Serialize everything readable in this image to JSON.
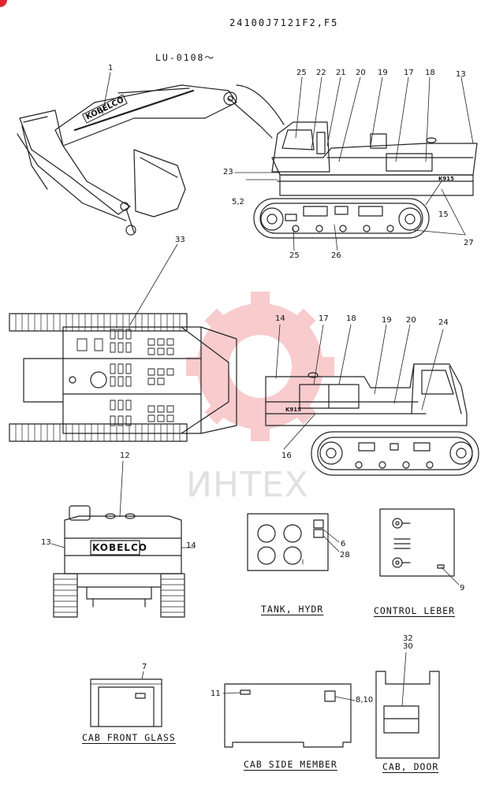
{
  "header": {
    "part_number": "24100J7121F2,F5",
    "serial_range": "LU-0108〜"
  },
  "brand": {
    "boom_label": "KOBELCO",
    "rear_label": "KOBELCO",
    "side_plate": "K915"
  },
  "watermark": {
    "text": "ИНТЕХ",
    "color": "#e03a3a"
  },
  "callouts": {
    "c1": "1",
    "c25a": "25",
    "c22": "22",
    "c21a": "21",
    "c20a": "20",
    "c19a": "19",
    "c17a": "17",
    "c18a": "18",
    "c13a": "13",
    "c23": "23",
    "c52": "5,2",
    "c15": "15",
    "c27": "27",
    "c25b": "25",
    "c26": "26",
    "c33": "33",
    "c14a": "14",
    "c17b": "17",
    "c18b": "18",
    "c19b": "19",
    "c20b": "20",
    "c24": "24",
    "c16": "16",
    "c12": "12",
    "c13b": "13",
    "c14b": "14",
    "c6": "6",
    "c28": "28",
    "c9": "9",
    "c7": "7",
    "c11": "11",
    "c810": "8,10",
    "c32": "32",
    "c30": "30"
  },
  "captions": {
    "tank": "TANK, HYDR",
    "control": "CONTROL LEBER",
    "glass": "CAB FRONT GLASS",
    "member": "CAB SIDE MEMBER",
    "door": "CAB, DOOR"
  }
}
